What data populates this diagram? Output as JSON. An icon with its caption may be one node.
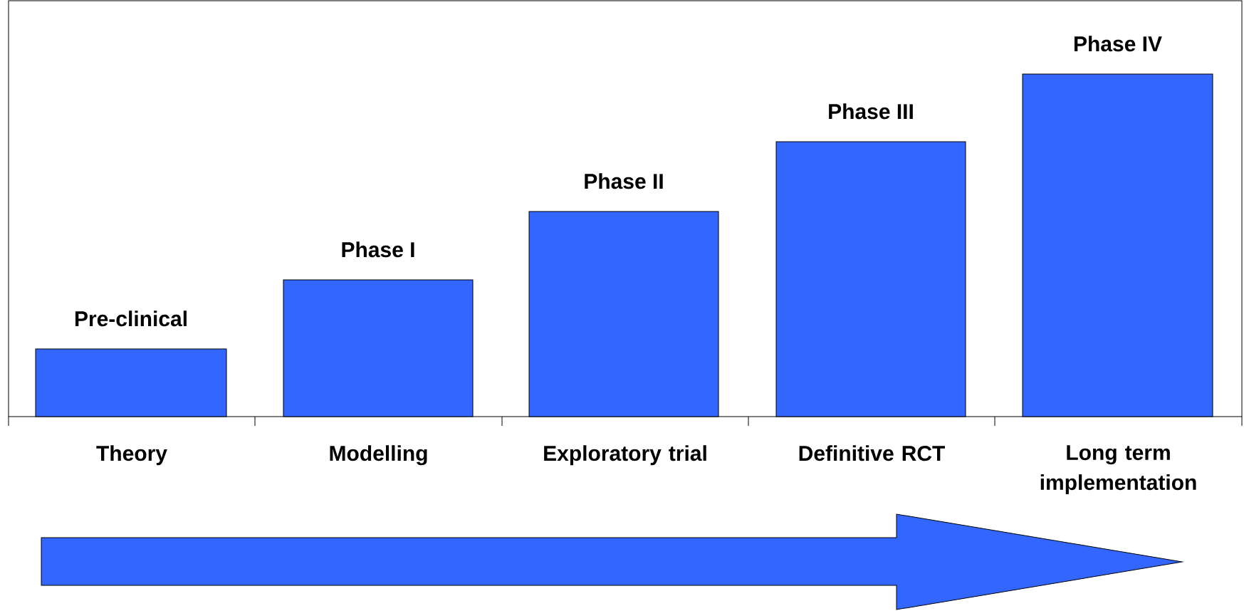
{
  "diagram": {
    "nodes": [
      {
        "text": [
          "Pre-clinical"
        ]
      },
      {
        "text": [
          "Phase I"
        ]
      },
      {
        "text": [
          "Phase II"
        ]
      },
      {
        "text": [
          "Phase III"
        ]
      },
      {
        "text": [
          "Phase IV"
        ]
      }
    ],
    "labels": [
      "Theory",
      "Modelling",
      "Exploratory trial",
      "Definitive RCT",
      "Long term implementation"
    ]
  }
}
